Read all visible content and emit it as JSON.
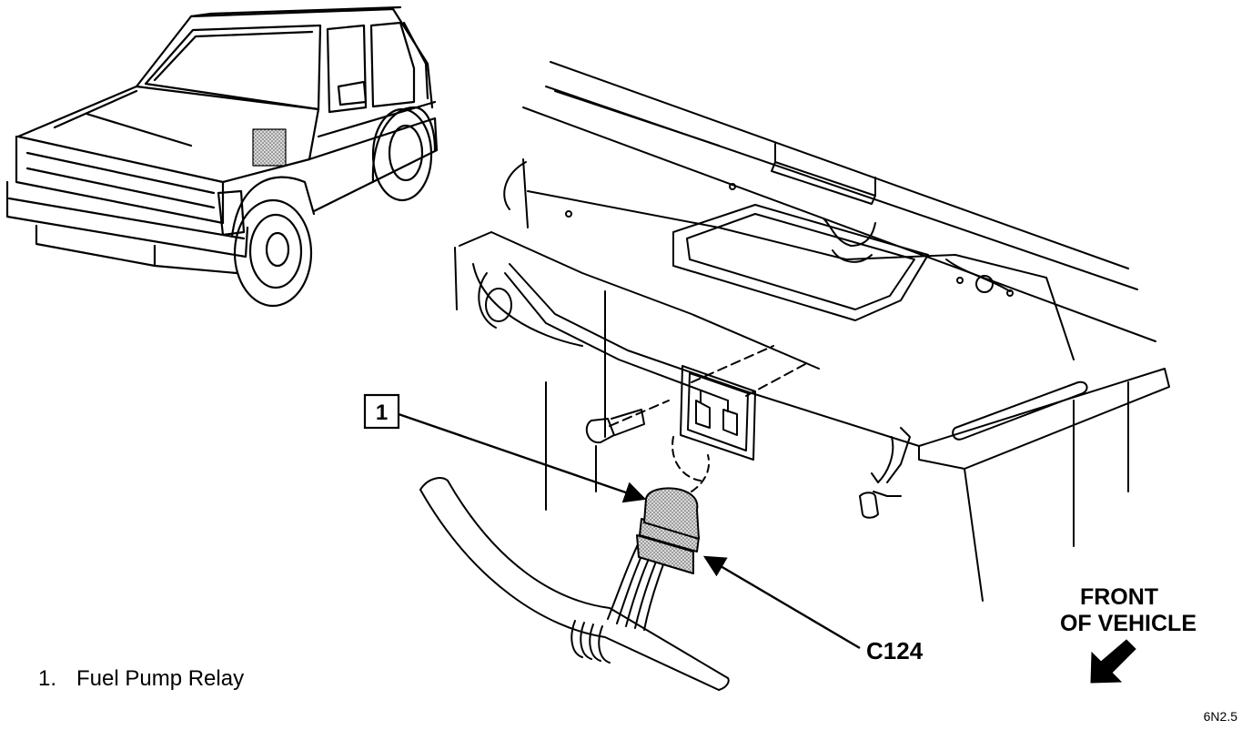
{
  "callouts": {
    "relay_number": "1",
    "connector": "C124",
    "direction_line1": "FRONT",
    "direction_line2": "OF VEHICLE"
  },
  "legend": {
    "items": [
      {
        "number": "1.",
        "label": "Fuel Pump Relay"
      }
    ]
  },
  "figure_code": "6N2.5",
  "colors": {
    "ink": "#000000",
    "background": "#ffffff",
    "shade": "#bdbdbd"
  }
}
